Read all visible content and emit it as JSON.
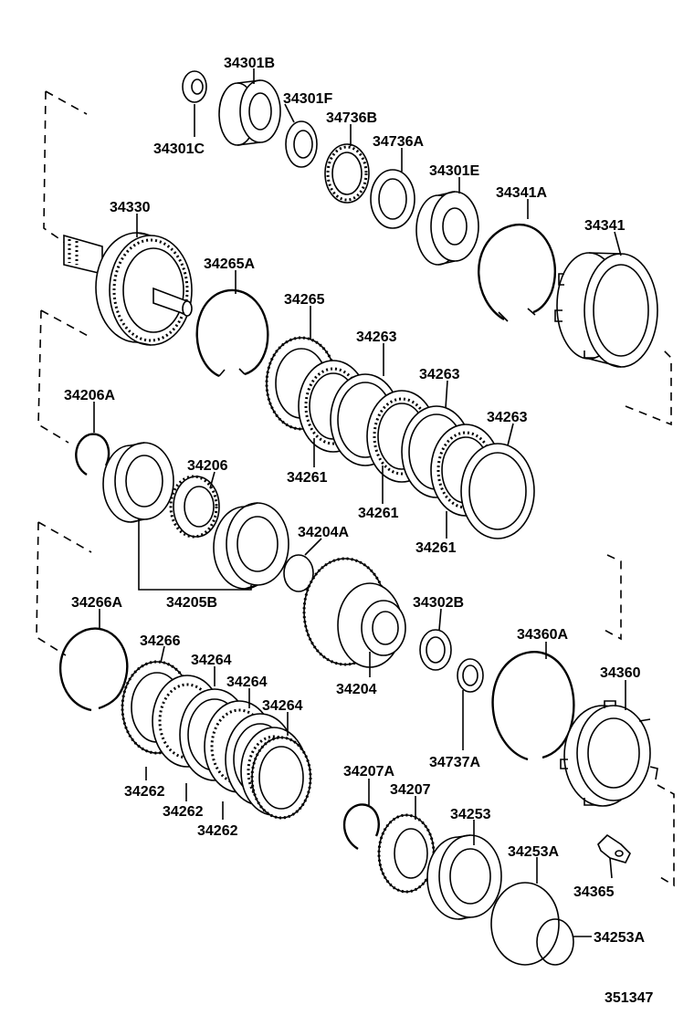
{
  "diagram": {
    "part_labels": [
      "34301B",
      "34301F",
      "34301C",
      "34736B",
      "34736A",
      "34301E",
      "34330",
      "34341A",
      "34341",
      "34265A",
      "34265",
      "34263",
      "34206A",
      "34263",
      "34206",
      "34261",
      "34263",
      "34261",
      "34204A",
      "34261",
      "34266A",
      "34205B",
      "34302B",
      "34266",
      "34264",
      "34360A",
      "34360",
      "34264",
      "34204",
      "34264",
      "34737A",
      "34262",
      "34207A",
      "34207",
      "34262",
      "34253",
      "34253A",
      "34262",
      "34365",
      "34253A"
    ],
    "diagram_number": "351347"
  }
}
